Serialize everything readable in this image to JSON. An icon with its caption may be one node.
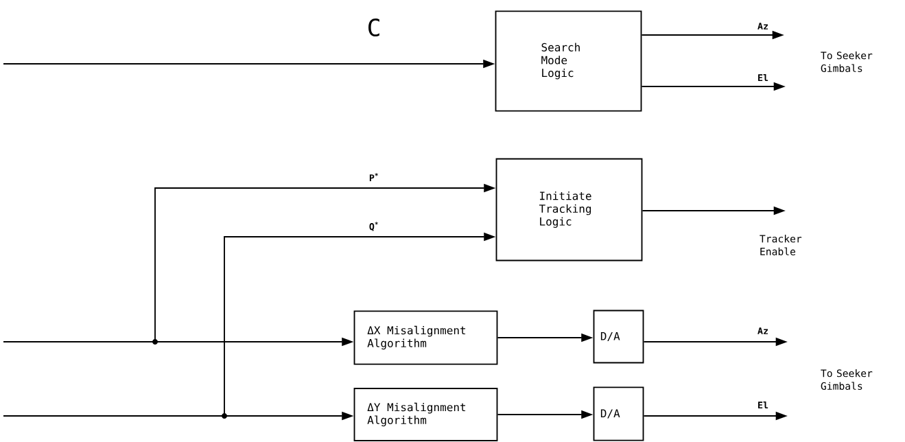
{
  "diagram": {
    "nodes": [
      {
        "text": [
          "Search Mode Logic"
        ]
      },
      {
        "text": [
          "Initiate Tracking Logic"
        ]
      },
      {
        "text": [
          "ΔX Misalignment Algorithm"
        ]
      },
      {
        "text": [
          "ΔY Misalignment Algorithm"
        ]
      },
      {
        "text": [
          "D/A"
        ]
      },
      {
        "text": [
          "D/A"
        ]
      }
    ],
    "edges": [
      {
        "from": null,
        "to": 0,
        "arrow": "to"
      },
      {
        "from": 0,
        "to": null,
        "arrow": "to",
        "label": "Az"
      },
      {
        "from": 0,
        "to": null,
        "arrow": "to",
        "label": "El"
      },
      {
        "from": null,
        "to": 1,
        "arrow": "to",
        "label": "P$^{*}$"
      },
      {
        "from": null,
        "to": 1,
        "arrow": "to",
        "label": "Q$^{*}$"
      },
      {
        "from": 1,
        "to": null,
        "arrow": "to"
      },
      {
        "from": null,
        "to": 2,
        "arrow": "to"
      },
      {
        "from": null,
        "to": 3,
        "arrow": "to"
      },
      {
        "from": 2,
        "to": 4,
        "arrow": "to"
      },
      {
        "from": 3,
        "to": 5,
        "arrow": "to"
      },
      {
        "from": 4,
        "to": null,
        "arrow": "to",
        "label": "Az"
      },
      {
        "from": 5,
        "to": null,
        "arrow": "to",
        "label": "El"
      }
    ],
    "labels": [
      "C",
      "To Seeker Gimbals",
      "Tracker Enable",
      "To Seeker Gimbals"
    ]
  }
}
